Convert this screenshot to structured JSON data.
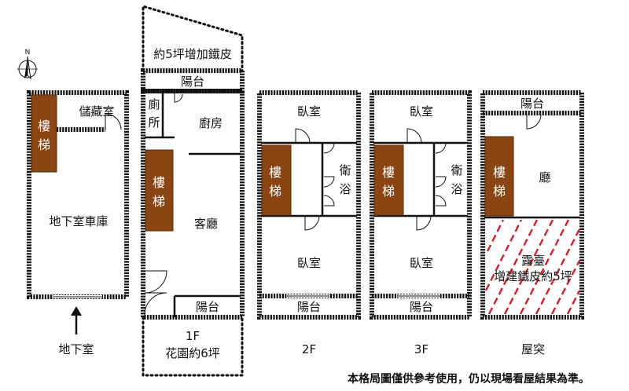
{
  "compass": {
    "label": "N"
  },
  "basement": {
    "storage": "儲藏室",
    "stairs": "樓梯",
    "garage": "地下室車庫",
    "caption": "地下室"
  },
  "floor1": {
    "extension": "約5坪增加鐵皮",
    "balcony_top": "陽台",
    "toilet": "廁所",
    "kitchen": "廚房",
    "stairs": "樓梯",
    "living": "客廳",
    "balcony_bottom": "陽台",
    "caption_floor": "1F",
    "caption_garden": "花園約6坪"
  },
  "floor2": {
    "bedroom_top": "臥室",
    "stairs": "樓梯",
    "bath": "衛浴",
    "bedroom_bottom": "臥室",
    "balcony": "陽台",
    "caption": "2F"
  },
  "floor3": {
    "bedroom_top": "臥室",
    "stairs": "樓梯",
    "bath": "衛浴",
    "bedroom_bottom": "臥室",
    "balcony": "陽台",
    "caption": "3F"
  },
  "roof": {
    "balcony": "陽台",
    "stairs": "樓梯",
    "hall": "廳",
    "terrace": "露臺",
    "terrace_note": "增建鐵皮約5坪",
    "caption": "屋突"
  },
  "disclaimer": "本格局圖僅供參考使用，仍以現場看屋結果為準。",
  "colors": {
    "stairs": "#8B4513",
    "hatch": "#d0202a",
    "walls": "#111111"
  }
}
